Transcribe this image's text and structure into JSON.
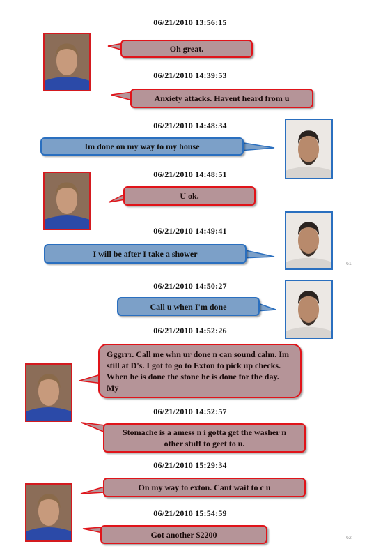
{
  "messages": [
    {
      "time": "06/21/2010 13:56:15",
      "text": "Oh great."
    },
    {
      "time": "06/21/2010 14:39:53",
      "text": "Anxiety attacks. Havent heard from u"
    },
    {
      "time": "06/21/2010 14:48:34",
      "text": "Im done on my way to my house"
    },
    {
      "time": "06/21/2010 14:48:51",
      "text": "U ok."
    },
    {
      "time": "06/21/2010 14:49:41",
      "text": "I will be after I take a shower"
    },
    {
      "time": "06/21/2010 14:50:27",
      "text": "Call u when I'm done"
    },
    {
      "time": "06/21/2010 14:52:26",
      "text": "Gggrrr. Call me whn ur done n can sound calm. Im still at D's. I got to go to Exton to pick up checks. When he is done the stone he is done for the day. My"
    },
    {
      "time": "06/21/2010 14:52:57",
      "text": "Stomache is a amess n i gotta get the washer n other stuff to geet to u."
    },
    {
      "time": "06/21/2010 15:29:34",
      "text": "On my way to exton. Cant wait to c u"
    },
    {
      "time": "06/21/2010 15:54:59",
      "text": "Got another $2200"
    }
  ],
  "page_numbers": {
    "first": "61",
    "second": "62"
  }
}
